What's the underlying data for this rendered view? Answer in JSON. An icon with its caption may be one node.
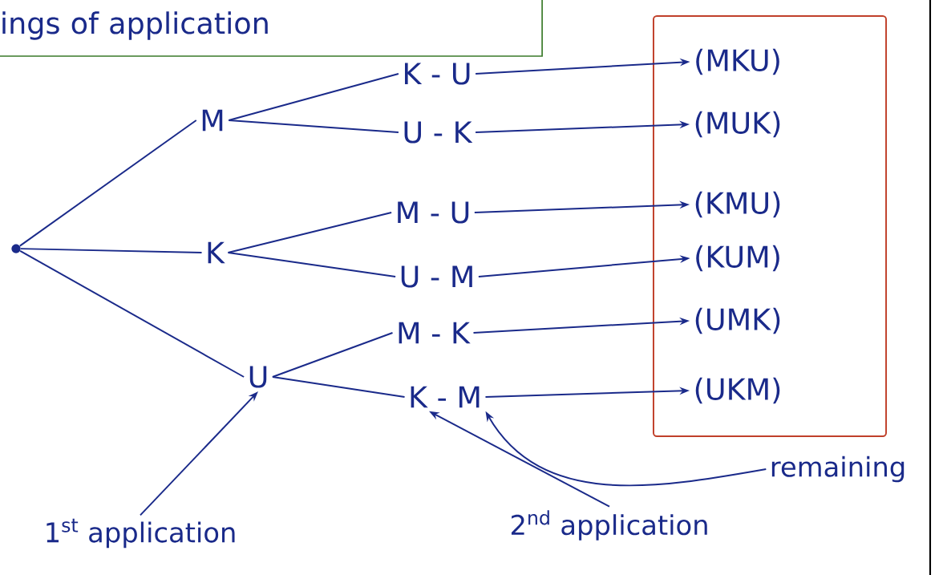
{
  "diagram": {
    "nodes": [
      {
        "text": [
          "ings of application"
        ]
      },
      {
        "text": [],
        "shape": "circle"
      },
      {
        "text": [
          "M"
        ]
      },
      {
        "text": [
          "K"
        ]
      },
      {
        "text": [
          "U"
        ]
      },
      {
        "text": [
          "K - U"
        ]
      },
      {
        "text": [
          "U - K"
        ]
      },
      {
        "text": [
          "M - U"
        ]
      },
      {
        "text": [
          "U - M"
        ]
      },
      {
        "text": [
          "M - K"
        ]
      },
      {
        "text": [
          "K - M"
        ]
      },
      {
        "text": [],
        "shape": "box"
      },
      {
        "text": [
          "(MKU)"
        ],
        "in": 11
      },
      {
        "text": [
          "(MUK)"
        ],
        "in": 11
      },
      {
        "text": [
          "(KMU)"
        ],
        "in": 11
      },
      {
        "text": [
          "(KUM)"
        ],
        "in": 11
      },
      {
        "text": [
          "(UMK)"
        ],
        "in": 11
      },
      {
        "text": [
          "(UKM)"
        ],
        "in": 11
      },
      {
        "text": [
          "1$^{st}$ application"
        ]
      },
      {
        "text": [
          "2$^{nd}$ application"
        ]
      },
      {
        "text": [
          "remaining"
        ]
      }
    ],
    "edges": [
      {
        "from": 1,
        "to": 2,
        "arrow": "none"
      },
      {
        "from": 1,
        "to": 3,
        "arrow": "none"
      },
      {
        "from": 1,
        "to": 4,
        "arrow": "none"
      },
      {
        "from": 2,
        "to": 5,
        "arrow": "none"
      },
      {
        "from": 2,
        "to": 6,
        "arrow": "none"
      },
      {
        "from": 3,
        "to": 7,
        "arrow": "none"
      },
      {
        "from": 3,
        "to": 8,
        "arrow": "none"
      },
      {
        "from": 4,
        "to": 9,
        "arrow": "none"
      },
      {
        "from": 4,
        "to": 10,
        "arrow": "none"
      },
      {
        "from": 5,
        "to": 12,
        "arrow": "to"
      },
      {
        "from": 6,
        "to": 13,
        "arrow": "to"
      },
      {
        "from": 7,
        "to": 14,
        "arrow": "to"
      },
      {
        "from": 8,
        "to": 15,
        "arrow": "to"
      },
      {
        "from": 9,
        "to": 16,
        "arrow": "to"
      },
      {
        "from": 10,
        "to": 17,
        "arrow": "to"
      },
      {
        "from": 18,
        "to": 4,
        "arrow": "to"
      },
      {
        "from": 19,
        "to": 10,
        "arrow": "to"
      },
      {
        "from": 20,
        "to": 10,
        "arrow": "to"
      }
    ]
  }
}
